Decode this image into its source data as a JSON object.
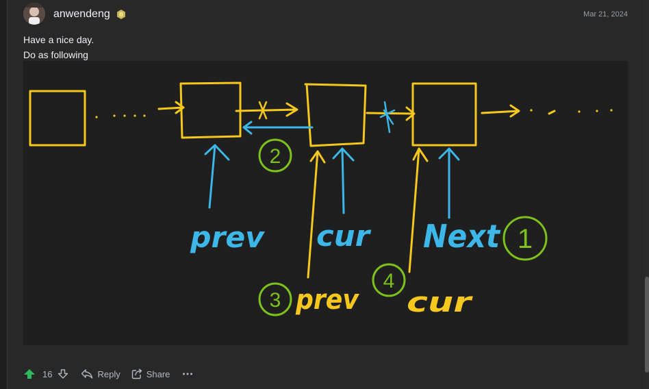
{
  "comment": {
    "author": "anwendeng",
    "date": "Mar 21, 2024",
    "body_lines": [
      "Have a nice day.",
      "Do as following"
    ]
  },
  "drawing": {
    "labels": {
      "prev_top": "prev",
      "cur_top": "cur",
      "next": "Next",
      "prev_bottom": "prev",
      "cur_bottom": "cur"
    },
    "step_markers": {
      "step1": "1",
      "step2": "2",
      "step3": "3",
      "step4": "4"
    },
    "colors": {
      "yellow": "#f6c71c",
      "blue": "#3db6e8",
      "green": "#7cc11c",
      "background": "#1f1f1f"
    }
  },
  "actions": {
    "upvote_count": "16",
    "reply_label": "Reply",
    "share_label": "Share",
    "upvote_color": "#2cbb5d"
  },
  "icons": [
    "upvote-icon",
    "downvote-icon",
    "reply-icon",
    "share-icon",
    "more-icon",
    "badge-icon"
  ]
}
